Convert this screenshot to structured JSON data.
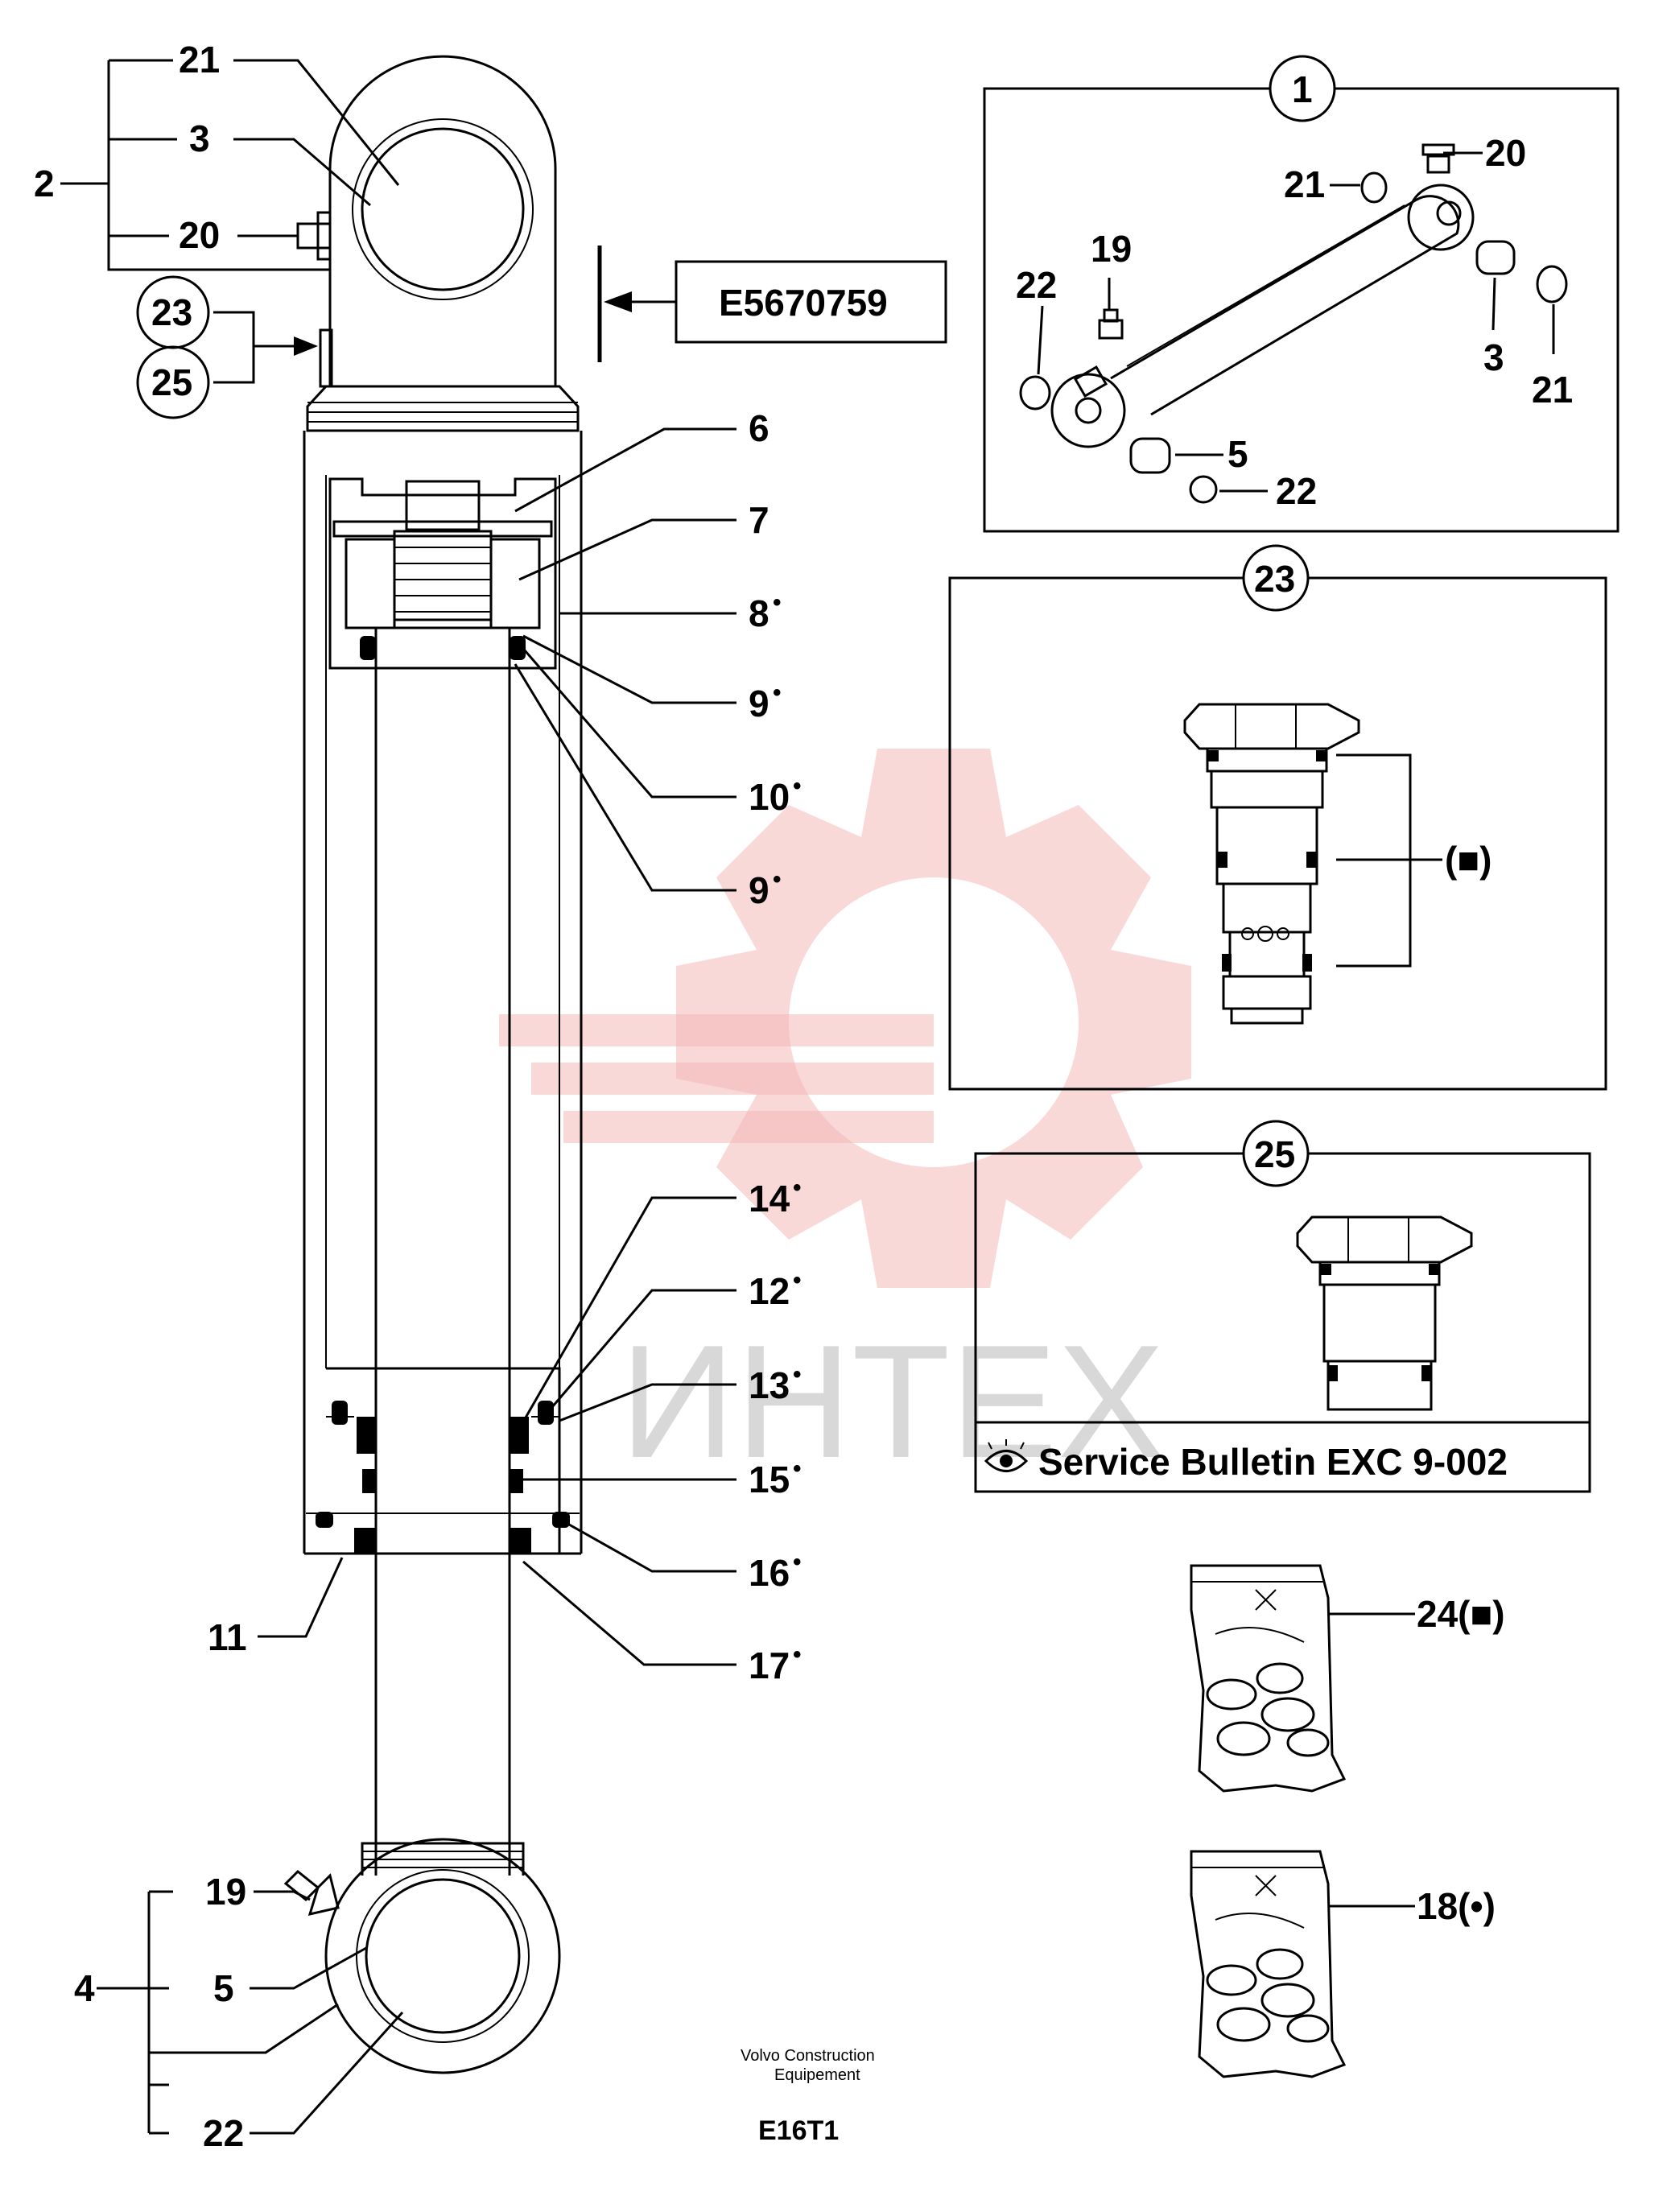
{
  "callouts": {
    "l21a": "21",
    "l3a": "3",
    "l2": "2",
    "l20a": "20",
    "l23a": "23",
    "l25a": "25",
    "l6": "6",
    "l7": "7",
    "l8": "8",
    "l9a": "9",
    "l10": "10",
    "l9b": "9",
    "l14": "14",
    "l12": "12",
    "l13": "13",
    "l15": "15",
    "l16": "16",
    "l17": "17",
    "l11": "11",
    "l19a": "19",
    "l4": "4",
    "l5a": "5",
    "l22a": "22",
    "k1": "1",
    "k20": "20",
    "k21a": "21",
    "k19": "19",
    "k22a": "22",
    "k3": "3",
    "k21b": "21",
    "k5": "5",
    "k22b": "22",
    "k23": "23",
    "k25": "25",
    "bag24": "24(■)",
    "bag18": "18(•)",
    "sq": "(■)"
  },
  "bullet": "•",
  "ref_box": "E5670759",
  "service_bulletin": "Service Bulletin EXC 9-002",
  "footer": {
    "line1": "Volvo Construction",
    "line2": "Equipement",
    "code": "E16T1"
  },
  "watermark": "ИНТЕХ",
  "icons": {
    "eye": "eye-icon"
  }
}
